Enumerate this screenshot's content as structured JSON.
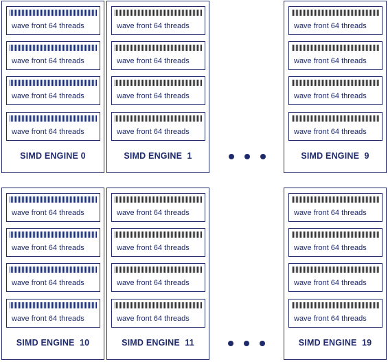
{
  "wave_label": "wave front 64 threads",
  "colors": {
    "stroke": "#1f2a6b",
    "background": "#ffffff"
  },
  "rows": [
    {
      "engines": [
        {
          "name": "SIMD ENGINE 0",
          "wavefronts": 4
        },
        {
          "name": "SIMD ENGINE  1",
          "wavefronts": 4
        },
        {
          "name": "SIMD ENGINE  9",
          "wavefronts": 4
        }
      ]
    },
    {
      "engines": [
        {
          "name": "SIMD ENGINE  10",
          "wavefronts": 4
        },
        {
          "name": "SIMD ENGINE  11",
          "wavefronts": 4
        },
        {
          "name": "SIMD ENGINE  19",
          "wavefronts": 4
        }
      ]
    }
  ],
  "ellipsis_dot_count": 3
}
